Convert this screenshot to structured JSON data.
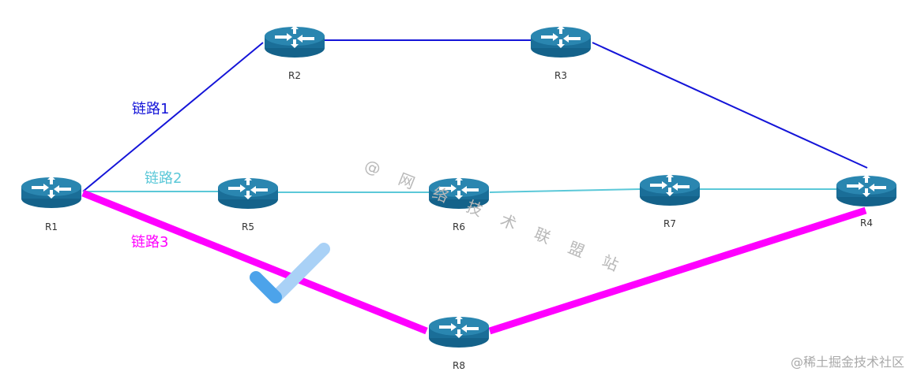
{
  "routers": [
    {
      "id": "r1",
      "label": "R1"
    },
    {
      "id": "r2",
      "label": "R2"
    },
    {
      "id": "r3",
      "label": "R3"
    },
    {
      "id": "r4",
      "label": "R4"
    },
    {
      "id": "r5",
      "label": "R5"
    },
    {
      "id": "r6",
      "label": "R6"
    },
    {
      "id": "r7",
      "label": "R7"
    },
    {
      "id": "r8",
      "label": "R8"
    }
  ],
  "links": [
    {
      "id": "link1",
      "label": "链路1",
      "color": "#1414d8",
      "path": [
        "R1",
        "R2",
        "R3",
        "R4"
      ]
    },
    {
      "id": "link2",
      "label": "链路2",
      "color": "#5bc8d8",
      "path": [
        "R1",
        "R5",
        "R6",
        "R7",
        "R4"
      ]
    },
    {
      "id": "link3",
      "label": "链路3",
      "color": "#ff00ff",
      "path": [
        "R1",
        "R8",
        "R4"
      ],
      "selected": true
    }
  ],
  "colors": {
    "router_body": "#1a6e98",
    "router_top": "#2a86b0",
    "checkmark_dark": "#4ca3ea",
    "checkmark_light": "#a9d1f6"
  },
  "watermark": "@ 网 络 技 术 联 盟 站",
  "corner_watermark": "@稀土掘金技术社区"
}
